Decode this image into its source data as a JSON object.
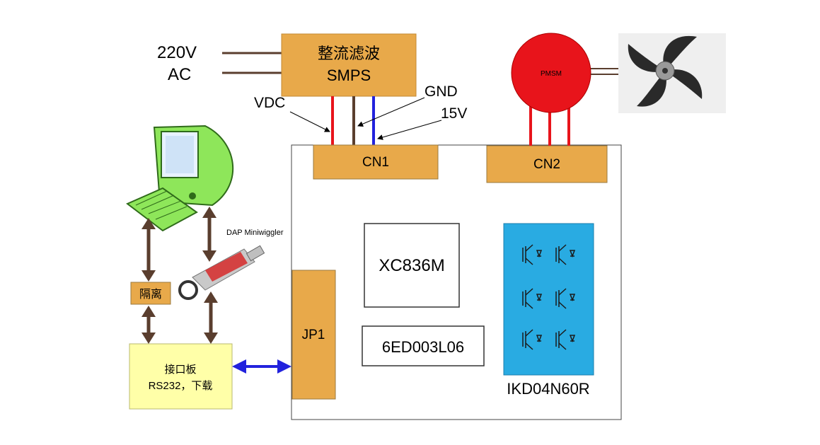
{
  "supply": {
    "voltage_label": "220V",
    "ac_label": "AC",
    "rectifier_cn": "整流滤波",
    "rectifier_en": "SMPS"
  },
  "wires": {
    "vdc": "VDC",
    "gnd": "GND",
    "v15": "15V"
  },
  "connectors": {
    "cn1": "CN1",
    "cn2": "CN2",
    "jp1": "JP1"
  },
  "motor": {
    "label": "PMSM"
  },
  "chips": {
    "mcu": "XC836M",
    "driver": "6ED003L06",
    "igbt": "IKD04N60R"
  },
  "pc_side": {
    "debugger_label": "DAP Miniwiggler",
    "isolation_label": "隔离",
    "interface_title": "接口板",
    "interface_sub": "RS232，下载"
  },
  "colors": {
    "orange_box": "#E8A94A",
    "yellow_box": "#FFFFA8",
    "red_wire": "#E8141B",
    "blue_wire": "#2222DD",
    "brown_arrow": "#5A3E2E",
    "igbt_panel": "#29ABE2",
    "motor_red": "#E8141B",
    "monitor_green": "#8EE65A"
  }
}
